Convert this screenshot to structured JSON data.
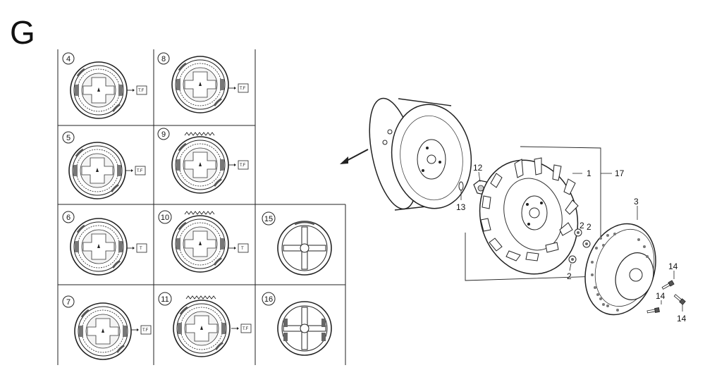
{
  "section": {
    "letter": "G"
  },
  "variants": [
    {
      "ref": "4",
      "toothed": false,
      "tag": "T.F"
    },
    {
      "ref": "8",
      "toothed": false,
      "tag": "T.F"
    },
    {
      "ref": "5",
      "toothed": false,
      "tag": "T.F"
    },
    {
      "ref": "9",
      "toothed": true,
      "tag": "T.F"
    },
    {
      "ref": "6",
      "toothed": false,
      "tag": "T"
    },
    {
      "ref": "10",
      "toothed": true,
      "tag": "T"
    },
    {
      "ref": "15",
      "toothed": false,
      "tag": ""
    },
    {
      "ref": "7",
      "toothed": false,
      "tag": "T.F"
    },
    {
      "ref": "11",
      "toothed": true,
      "tag": "T.F"
    },
    {
      "ref": "16",
      "toothed": false,
      "tag": ""
    }
  ],
  "callouts": {
    "c1": "1",
    "c17": "17",
    "c3": "3",
    "c12": "12",
    "c13": "13",
    "c2a": "2",
    "c2b": "2",
    "c2c": "2",
    "c14a": "14",
    "c14b": "14",
    "c14c": "14"
  }
}
